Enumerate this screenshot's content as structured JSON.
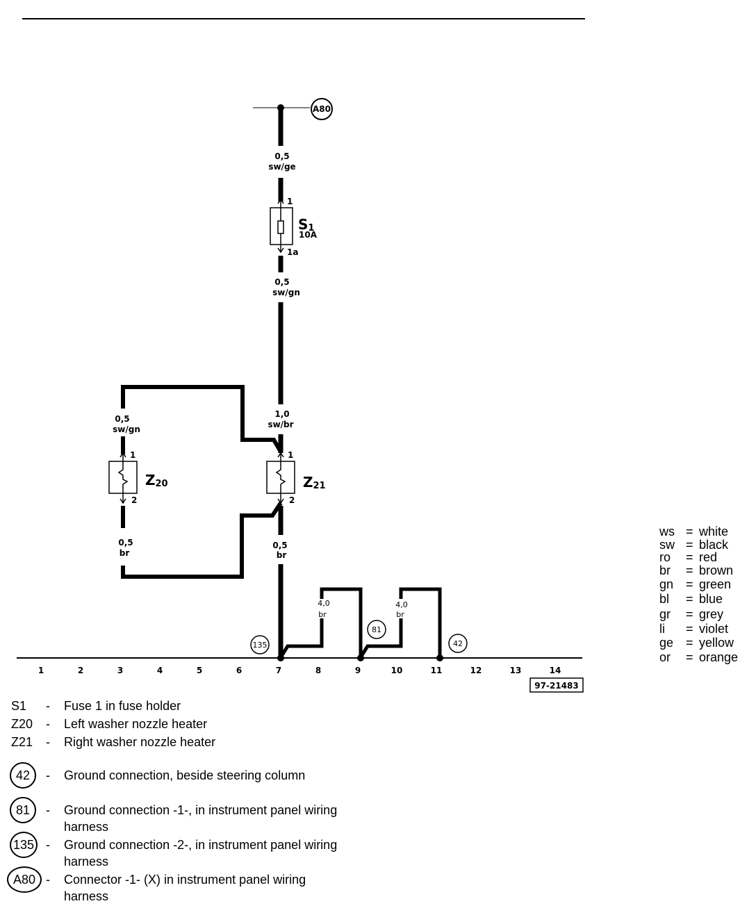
{
  "diagram": {
    "ref_number": "97-21483",
    "connector_top": "A80",
    "fuse": {
      "name_main": "S",
      "name_sub": "1",
      "rating": "10A",
      "pin_in": "1",
      "pin_out": "1a"
    },
    "z20": {
      "name_main": "Z",
      "name_sub": "20",
      "pin_top": "1",
      "pin_bottom": "2"
    },
    "z21": {
      "name_main": "Z",
      "name_sub": "21",
      "pin_top": "1",
      "pin_bottom": "2"
    },
    "wires": {
      "a80_s1": {
        "size": "0,5",
        "color": "sw/ge"
      },
      "s1_z21": {
        "size": "0,5",
        "color": "sw/gn"
      },
      "to_z21": {
        "size": "1,0",
        "color": "sw/br"
      },
      "to_z20": {
        "size": "0,5",
        "color": "sw/gn"
      },
      "z20_gnd": {
        "size": "0,5",
        "color": "br"
      },
      "z21_gnd": {
        "size": "0,5",
        "color": "br"
      },
      "gnd_a": {
        "size": "4,0",
        "color": "br"
      },
      "gnd_b": {
        "size": "4,0",
        "color": "br"
      }
    },
    "grounds": [
      "135",
      "81",
      "42"
    ],
    "tracks": [
      "1",
      "2",
      "3",
      "4",
      "5",
      "6",
      "7",
      "8",
      "9",
      "10",
      "11",
      "12",
      "13",
      "14"
    ]
  },
  "color_legend": [
    {
      "code": "ws",
      "name": "white"
    },
    {
      "code": "sw",
      "name": "black"
    },
    {
      "code": "ro",
      "name": "red"
    },
    {
      "code": "br",
      "name": "brown"
    },
    {
      "code": "gn",
      "name": "green"
    },
    {
      "code": "bl",
      "name": "blue"
    },
    {
      "code": "gr",
      "name": "grey"
    },
    {
      "code": "li",
      "name": "violet"
    },
    {
      "code": "ge",
      "name": "yellow"
    },
    {
      "code": "or",
      "name": "orange"
    }
  ],
  "key": [
    {
      "code": "S1",
      "desc": "Fuse 1 in fuse holder"
    },
    {
      "code": "Z20",
      "desc": "Left washer nozzle heater"
    },
    {
      "code": "Z21",
      "desc": "Right washer nozzle heater"
    },
    {
      "code": "42",
      "desc": "Ground connection, beside steering column",
      "circled": true
    },
    {
      "code": "81",
      "desc": "Ground connection -1-, in instrument panel wiring harness",
      "circled": true
    },
    {
      "code": "135",
      "desc": "Ground connection -2-, in instrument panel wiring harness",
      "circled": true
    },
    {
      "code": "A80",
      "desc": "Connector -1- (X) in instrument panel wiring harness",
      "circled": true
    }
  ]
}
